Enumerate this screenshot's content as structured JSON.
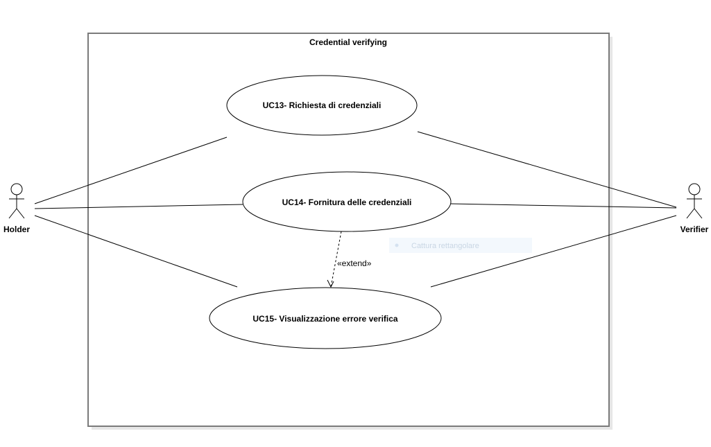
{
  "diagram": {
    "type": "uml-use-case",
    "system": {
      "title": "Credential verifying"
    },
    "actors": [
      {
        "id": "holder",
        "name": "Holder"
      },
      {
        "id": "verifier",
        "name": "Verifier"
      }
    ],
    "use_cases": [
      {
        "id": "uc13",
        "label": "UC13- Richiesta di credenziali"
      },
      {
        "id": "uc14",
        "label": "UC14- Fornitura delle credenziali"
      },
      {
        "id": "uc15",
        "label": "UC15- Visualizzazione errore verifica"
      }
    ],
    "associations": [
      {
        "from": "holder",
        "to": "uc13"
      },
      {
        "from": "holder",
        "to": "uc14"
      },
      {
        "from": "holder",
        "to": "uc15"
      },
      {
        "from": "verifier",
        "to": "uc13"
      },
      {
        "from": "verifier",
        "to": "uc14"
      },
      {
        "from": "verifier",
        "to": "uc15"
      }
    ],
    "relations": [
      {
        "from": "uc14",
        "to": "uc15",
        "stereotype": "«extend»"
      }
    ]
  },
  "overlay": {
    "tooltip_text": "Cattura rettangolare"
  },
  "colors": {
    "line": "#000000",
    "boundary_stroke": "#7a7a7a",
    "boundary_shadow": "#e6e6e6",
    "tooltip_bg": "#f3f8fd"
  }
}
